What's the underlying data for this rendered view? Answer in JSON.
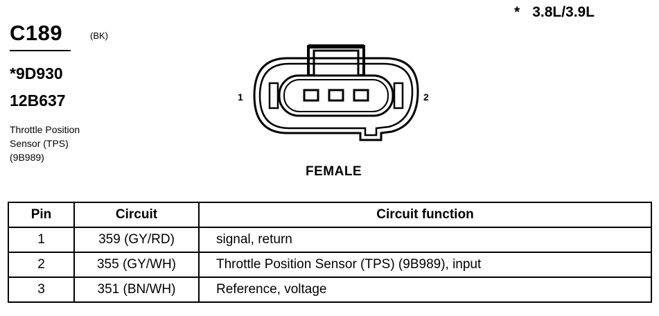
{
  "header": {
    "engine_star": "*",
    "engine": "3.8L/3.9L",
    "connector_id": "C189",
    "connector_color": "(BK)",
    "part_numbers": [
      "*9D930",
      "12B637"
    ],
    "description_lines": [
      "Throttle Position",
      "Sensor (TPS)",
      "(9B989)"
    ]
  },
  "diagram": {
    "pin_label_left": "1",
    "pin_label_right": "2",
    "gender": "FEMALE"
  },
  "table": {
    "headers": [
      "Pin",
      "Circuit",
      "Circuit function"
    ],
    "rows": [
      {
        "pin": "1",
        "circuit": "359 (GY/RD)",
        "function": "signal, return"
      },
      {
        "pin": "2",
        "circuit": "355 (GY/WH)",
        "function": "Throttle Position Sensor (TPS) (9B989), input"
      },
      {
        "pin": "3",
        "circuit": "351 (BN/WH)",
        "function": "Reference, voltage"
      }
    ]
  }
}
